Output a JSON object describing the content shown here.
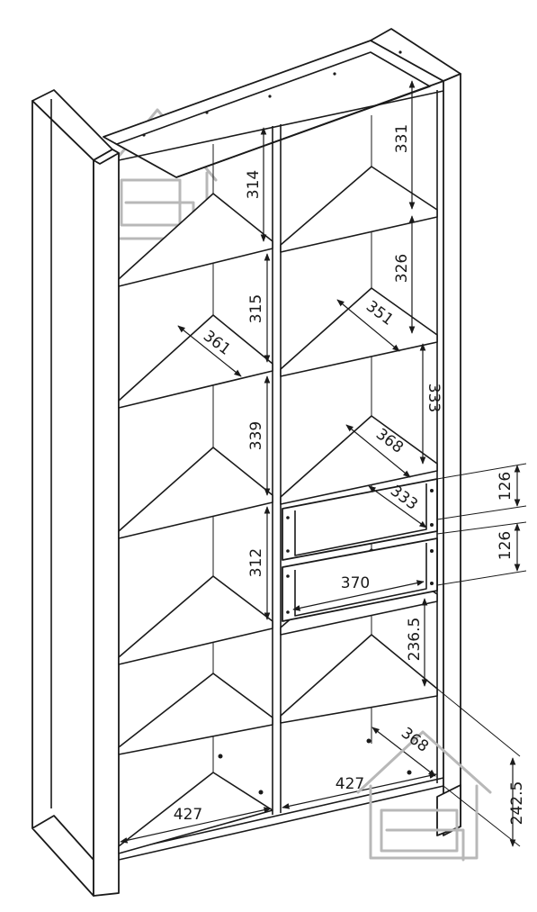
{
  "dimensions": {
    "top_right": "331",
    "top_left": "314",
    "right_2": "326",
    "left_2": "315",
    "shelf_depth_right": "351",
    "shelf_depth_left": "361",
    "right_3": "333",
    "left_3": "339",
    "shelf_depth_right_2": "368",
    "drawer_depth": "333",
    "drawer_height_1": "126",
    "drawer_height_2": "126",
    "left_4": "312",
    "drawer_width": "370",
    "right_low": "236.5",
    "bottom_depth": "368",
    "bottom_height": "242.5",
    "bottom_width_left": "427",
    "bottom_width_right": "427"
  }
}
